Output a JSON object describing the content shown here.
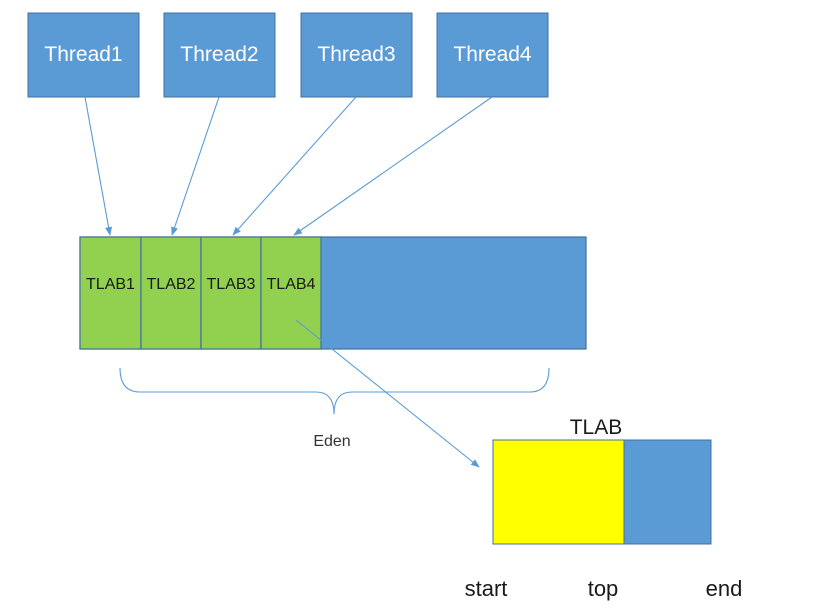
{
  "threads": [
    {
      "label": "Thread1"
    },
    {
      "label": "Thread2"
    },
    {
      "label": "Thread3"
    },
    {
      "label": "Thread4"
    }
  ],
  "tlabs": [
    {
      "label": "TLAB1"
    },
    {
      "label": "TLAB2"
    },
    {
      "label": "TLAB3"
    },
    {
      "label": "TLAB4"
    }
  ],
  "eden": {
    "label": "Eden"
  },
  "tlab_detail": {
    "title": "TLAB",
    "pointers": {
      "start": "start",
      "top": "top",
      "end": "end"
    }
  },
  "colors": {
    "thread": "#5b9bd5",
    "tlab_allocated": "#92d050",
    "eden_free": "#5b9bd5",
    "tlab_used": "#ffff00",
    "tlab_free": "#5b9bd5",
    "arrow": "#5b9bd5"
  }
}
